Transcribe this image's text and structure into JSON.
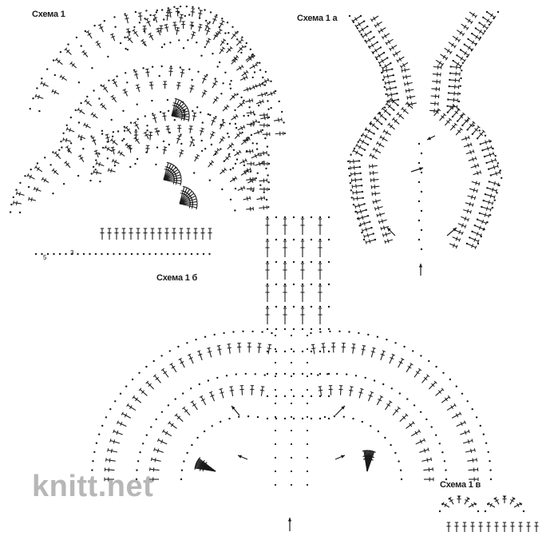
{
  "labels": {
    "scheme_1": "Схема 1",
    "scheme_1a": "Схема 1 а",
    "scheme_1b": "Схема 1 б",
    "scheme_1v": "Схема 1 в"
  },
  "row_numbers": {
    "row_5": "5",
    "row_3": "3"
  },
  "watermark": "knitt.net",
  "colors": {
    "ink": "#1a1a1a",
    "watermark": "#b7b7b7",
    "background": "#ffffff"
  },
  "icons": {
    "chain_stitch": "dot",
    "double_crochet": "cross-stem",
    "direction_arrow": "arrow"
  }
}
